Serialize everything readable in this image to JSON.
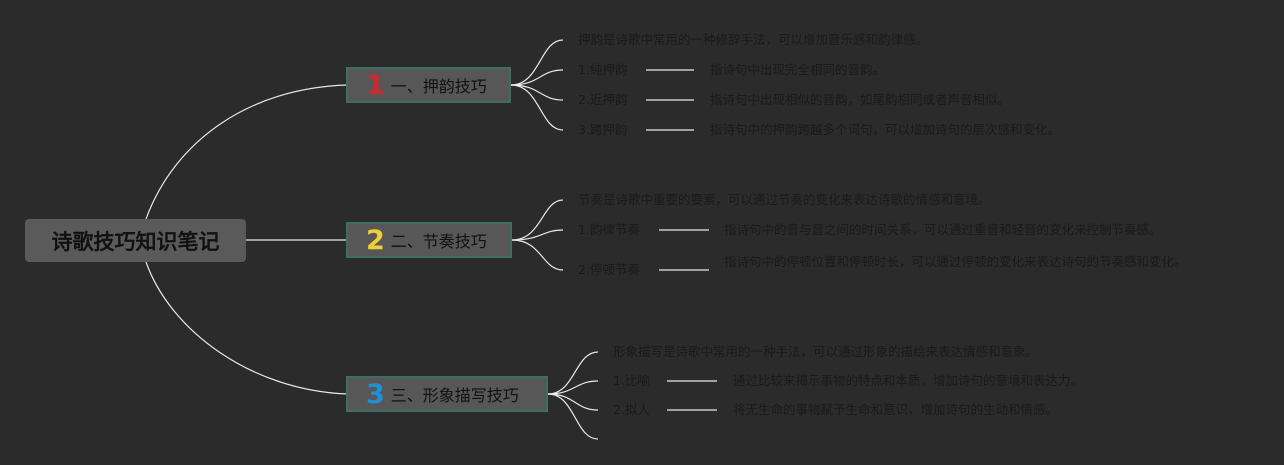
{
  "root": {
    "title": "诗歌技巧知识笔记"
  },
  "branches": [
    {
      "number": "1",
      "number_color": "#d0272b",
      "title": "一、押韵技巧",
      "intro": "押韵是诗歌中常用的一种修辞手法，可以增加音乐感和韵律感。",
      "items": [
        {
          "label": "1.纯押韵",
          "desc": "指诗句中出现完全相同的音韵。"
        },
        {
          "label": "2.近押韵",
          "desc": "指诗句中出现相似的音韵，如尾韵相同或者声音相似。"
        },
        {
          "label": "3.跨押韵",
          "desc": "指诗句中的押韵跨越多个词句，可以增加诗句的层次感和变化。"
        }
      ]
    },
    {
      "number": "2",
      "number_color": "#f0d135",
      "title": "二、节奏技巧",
      "intro": "节奏是诗歌中重要的要素，可以通过节奏的变化来表达诗歌的情感和意境。",
      "items": [
        {
          "label": "1.韵律节奏",
          "desc": "指诗句中的音与音之间的时间关系，可以通过重音和轻音的变化来控制节奏感。"
        },
        {
          "label": "2.停顿节奏",
          "desc": "指诗句中的停顿位置和停顿时长，可以通过停顿的变化来表达诗句的节奏感和变化。"
        }
      ]
    },
    {
      "number": "3",
      "number_color": "#1f8fd8",
      "title": "三、形象描写技巧",
      "intro": "形象描写是诗歌中常用的一种手法，可以通过形象的描绘来表达情感和意象。",
      "items": [
        {
          "label": "1.比喻",
          "desc": "通过比较来揭示事物的特点和本质，增加诗句的意境和表达力。"
        },
        {
          "label": "2.拟人",
          "desc": "将无生命的事物赋予生命和意识，增加诗句的生动和情感。"
        }
      ]
    }
  ]
}
